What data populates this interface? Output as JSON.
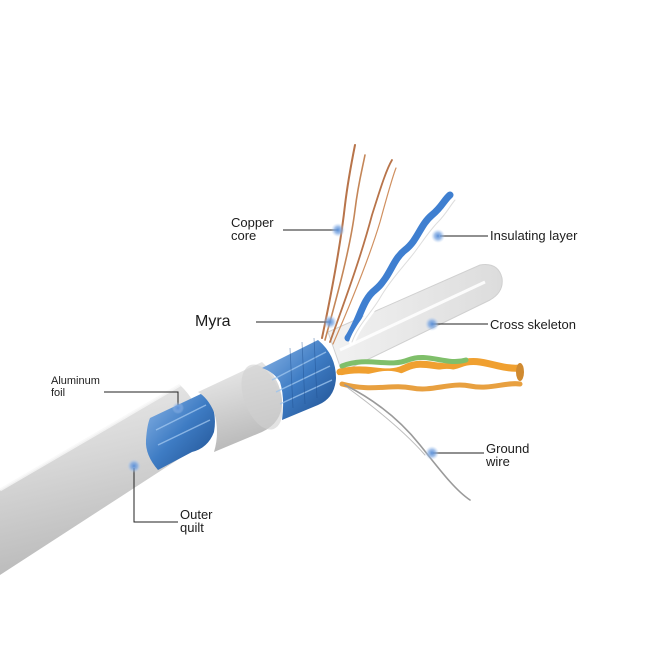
{
  "labels": {
    "copper_core": [
      "Copper",
      "core"
    ],
    "insulating_layer": "Insulating layer",
    "myra": "Myra",
    "cross_skeleton": "Cross skeleton",
    "aluminum_foil": [
      "Aluminum",
      "foil"
    ],
    "ground_wire": [
      "Ground",
      "wire"
    ],
    "outer_quilt": [
      "Outer",
      "quilt"
    ]
  },
  "colors": {
    "jacket": "#d9d9d9",
    "shield": "#4a86c8",
    "copper": "#b8744a",
    "orange_pair": "#f0a030",
    "green_pair": "#7fbf6a",
    "blue_pair": "#3f7fd0",
    "marker": "#5b8fd6"
  }
}
